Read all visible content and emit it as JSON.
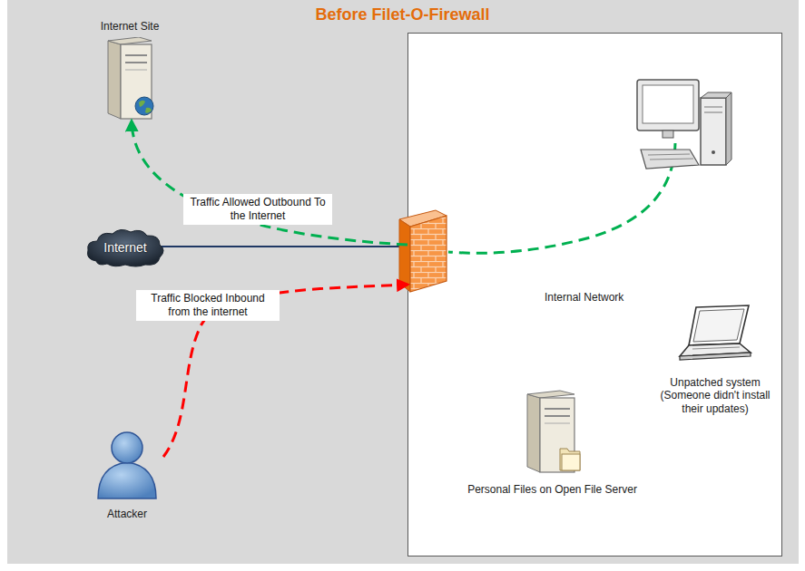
{
  "diagram": {
    "title": "Before Filet-O-Firewall",
    "nodes": [
      {
        "text": [
          "Internet Site"
        ]
      },
      {
        "text": [
          "Internet"
        ]
      },
      {
        "text": [
          "Internal Network"
        ]
      },
      {
        "text": [
          "Personal Files on Open File Server"
        ],
        "in": 2
      },
      {
        "text": [
          "Unpatched system (Someone didn't install their updates)"
        ],
        "in": 2
      },
      {
        "text": [
          "Attacker"
        ]
      }
    ],
    "edges": [
      {
        "from": 2,
        "to": 0,
        "arrow": "to",
        "label": "Traffic Allowed Outbound To the Internet"
      },
      {
        "from": 5,
        "to": 2,
        "arrow": "to",
        "label": "Traffic Blocked Inbound from the internet"
      }
    ]
  }
}
